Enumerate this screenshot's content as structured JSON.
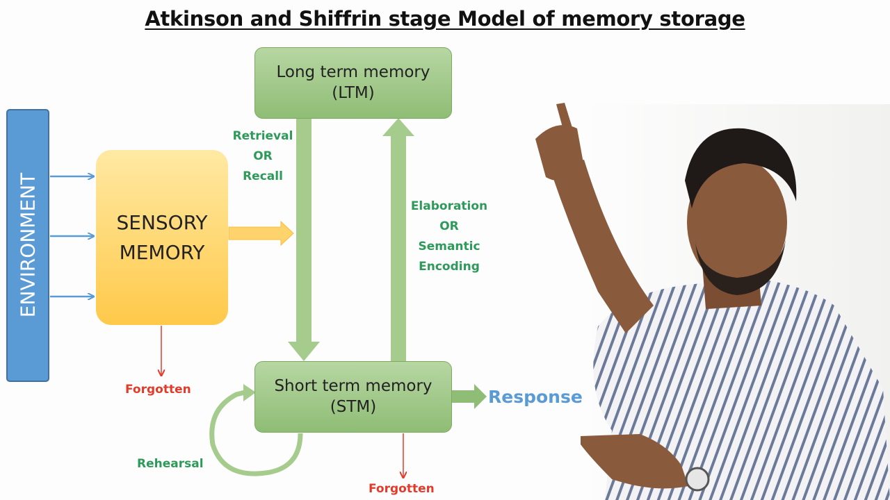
{
  "title": "Atkinson and Shiffrin stage Model of memory storage",
  "environment": "ENVIRONMENT",
  "sensory": {
    "line1": "SENSORY",
    "line2": "MEMORY"
  },
  "ltm": {
    "line1": "Long term memory",
    "line2": "(LTM)"
  },
  "stm": {
    "line1": "Short term memory",
    "line2": "(STM)"
  },
  "retrieval": {
    "line1": "Retrieval",
    "line2": "OR",
    "line3": "Recall"
  },
  "elaboration": {
    "line1": "Elaboration",
    "line2": "OR",
    "line3": "Semantic",
    "line4": "Encoding"
  },
  "rehearsal": "Rehearsal",
  "forgotten_sensory": "Forgotten",
  "forgotten_stm": "Forgotten",
  "response": "Response",
  "colors": {
    "environment": "#5b9bd5",
    "sensory": "#ffc94a",
    "memory_box": "#8fbd75",
    "label_green": "#2e9a5a",
    "forgotten_red": "#e33b2a",
    "response_blue": "#5b9bd5"
  }
}
